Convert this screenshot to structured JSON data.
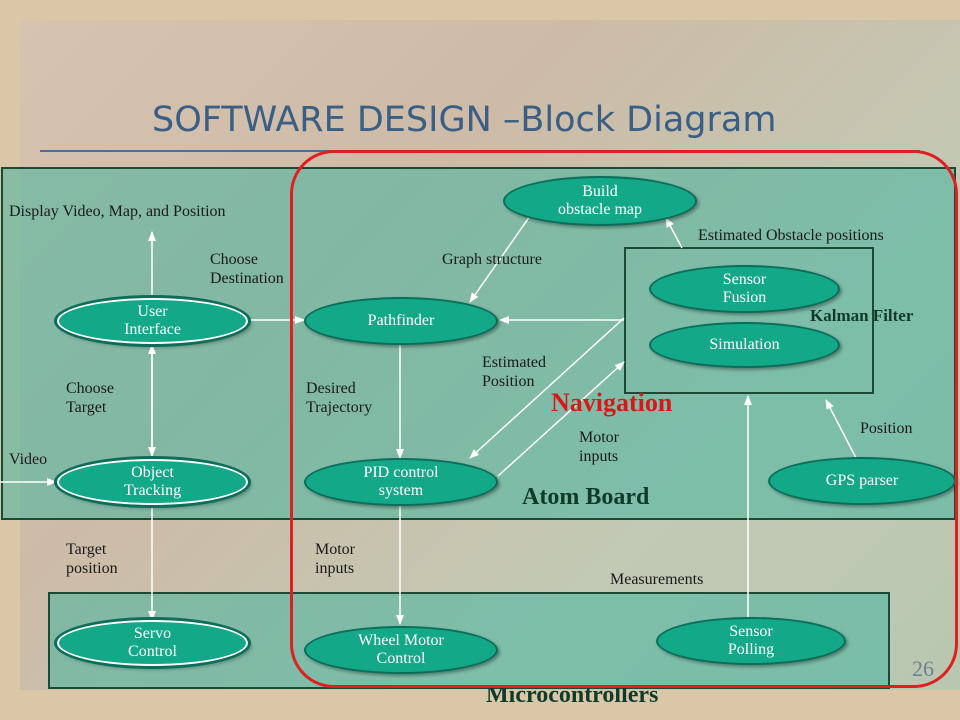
{
  "slide": {
    "title": "SOFTWARE DESIGN –Block Diagram",
    "page_number": "26"
  },
  "regions": {
    "navigation": "Navigation",
    "atom_board": "Atom Board",
    "microcontrollers": "Microcontrollers",
    "kalman_filter": "Kalman Filter"
  },
  "nodes": {
    "build_obstacle_map": "Build\nobstacle map",
    "sensor_fusion": "Sensor\nFusion",
    "simulation": "Simulation",
    "user_interface": "User\nInterface",
    "pathfinder": "Pathfinder",
    "object_tracking": "Object\nTracking",
    "pid_control": "PID control\nsystem",
    "gps_parser": "GPS parser",
    "servo_control": "Servo\nControl",
    "wheel_motor_control": "Wheel Motor\nControl",
    "sensor_polling": "Sensor\nPolling"
  },
  "labels": {
    "display": "Display Video, Map, and Position",
    "choose_destination": "Choose\nDestination",
    "graph_structure": "Graph structure",
    "estimated_obstacle": "Estimated Obstacle positions",
    "estimated_position": "Estimated\nPosition",
    "choose_target": "Choose\nTarget",
    "desired_trajectory": "Desired\nTrajectory",
    "motor_inputs_upper": "Motor\ninputs",
    "position": "Position",
    "video": "Video",
    "target_position": "Target\nposition",
    "motor_inputs_lower": "Motor\ninputs",
    "measurements": "Measurements"
  },
  "colors": {
    "node_fill": "#13a888",
    "region_fill": "#46b4a0",
    "navigation_border": "#e02020",
    "title": "#3b5e85"
  }
}
